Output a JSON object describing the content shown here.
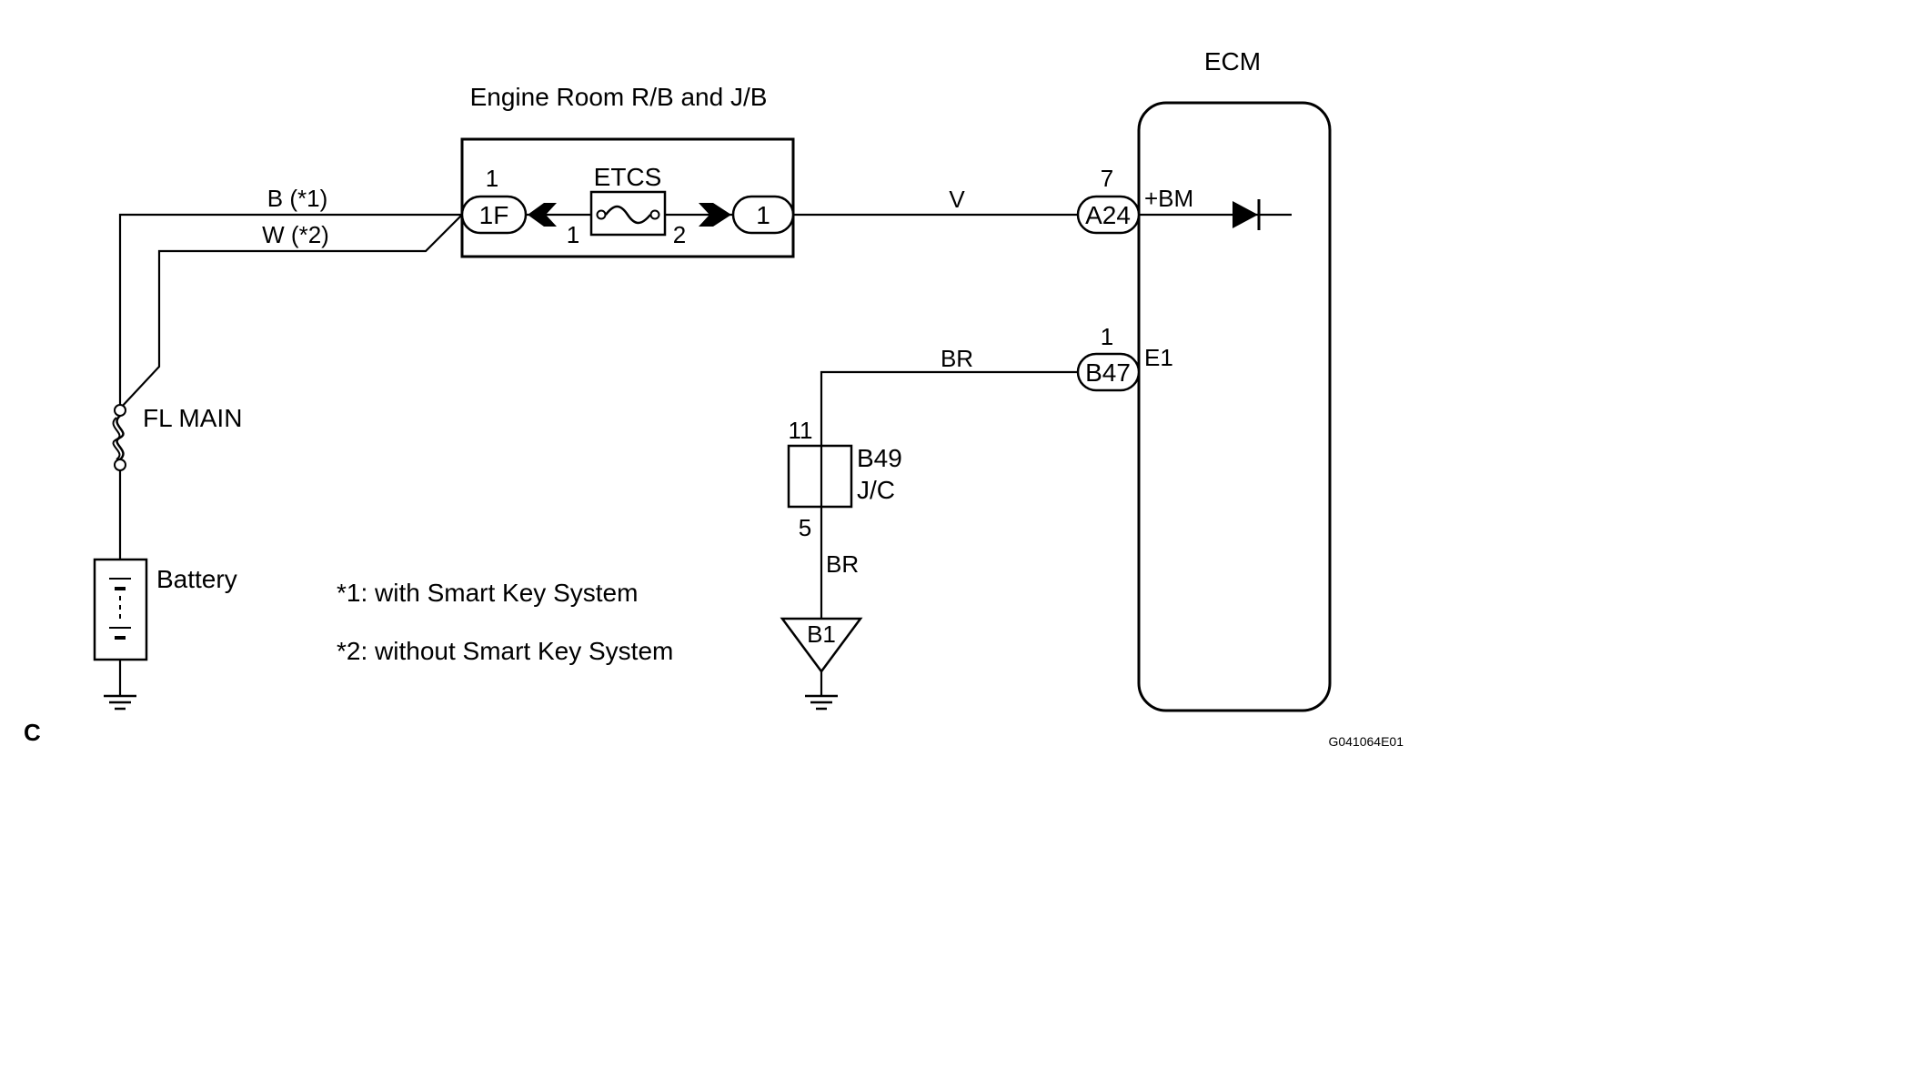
{
  "labels": {
    "ecm": "ECM",
    "relay_block": "Engine Room R/B and J/B",
    "fuse": "ETCS",
    "fl_main": "FL MAIN",
    "battery": "Battery",
    "jc_code": "B49",
    "jc_type": "J/C",
    "ground": "B1",
    "corner_letter": "C",
    "figure_code": "G041064E01"
  },
  "wires": {
    "battery_b": "B (*1)",
    "battery_w": "W (*2)",
    "ecm_power": "V",
    "ecm_ground": "BR",
    "jc_ground": "BR"
  },
  "connectors": {
    "rb_in": "1F",
    "rb_out": "1",
    "ecm_power": "A24",
    "ecm_ground": "B47"
  },
  "pins": {
    "rb_in": "1",
    "fuse_in": "1",
    "fuse_out": "2",
    "ecm_power": "7",
    "ecm_ground": "1",
    "jc_top": "11",
    "jc_bottom": "5"
  },
  "terminals": {
    "power": "+BM",
    "ground": "E1"
  },
  "notes": {
    "note1": "*1: with Smart Key System",
    "note2": "*2: without Smart Key System"
  }
}
